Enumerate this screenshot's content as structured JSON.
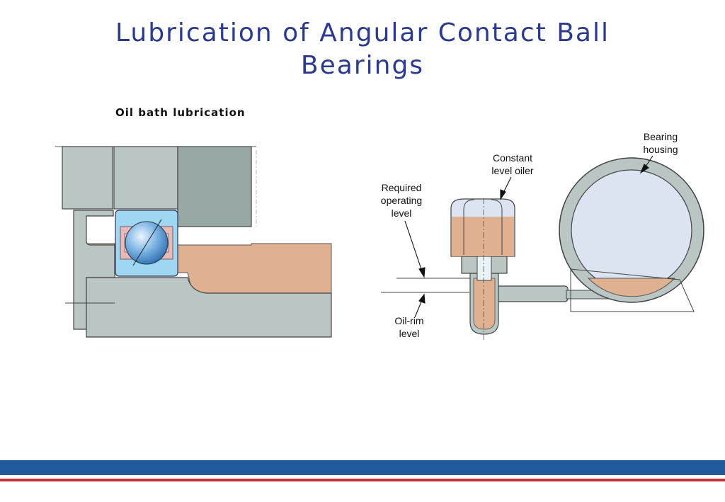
{
  "slide": {
    "title_lines": [
      "Lubrication of Angular Contact Ball",
      "Bearings"
    ],
    "subtitle": "Oil bath lubrication"
  },
  "left_diagram": {},
  "right_diagram": {
    "labels": {
      "bearing_housing": [
        "Bearing",
        "housing"
      ],
      "constant_level_oiler": [
        "Constant",
        "level oiler"
      ],
      "required_operating_level": [
        "Required",
        "operating",
        "level"
      ],
      "oil_rim_level": [
        "Oil-rim",
        "level"
      ]
    }
  },
  "colors": {
    "title": "#2b3a8f",
    "steel": "#b9c6c4",
    "steel_dark": "#97a8a6",
    "oil": "#dfb190",
    "ring_blue": "#9fd6f2",
    "ball": "#5f9fd6",
    "cage": "#e7b9b9",
    "band_blue": "#1f5a9a",
    "band_red": "#c0323a"
  }
}
